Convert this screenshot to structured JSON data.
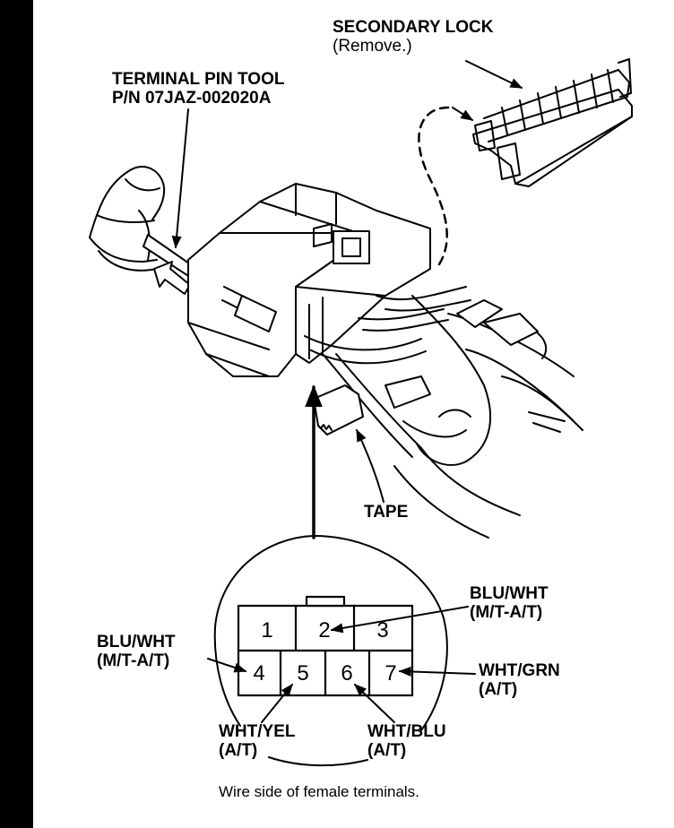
{
  "labels": {
    "secondary_lock": "SECONDARY LOCK",
    "secondary_lock_note": "(Remove.)",
    "tool_line1": "TERMINAL PIN TOOL",
    "tool_line2": "P/N 07JAZ-002020A",
    "tape": "TAPE",
    "caption": "Wire side of female terminals."
  },
  "terminals": {
    "pins": [
      "1",
      "2",
      "3",
      "4",
      "5",
      "6",
      "7"
    ],
    "pin2_wire": {
      "color": "BLU/WHT",
      "note": "(M/T-A/T)"
    },
    "pin4_wire": {
      "color": "BLU/WHT",
      "note": "(M/T-A/T)"
    },
    "pin5_wire": {
      "color": "WHT/YEL",
      "note": "(A/T)"
    },
    "pin6_wire": {
      "color": "WHT/BLU",
      "note": "(A/T)"
    },
    "pin7_wire": {
      "color": "WHT/GRN",
      "note": "(A/T)"
    }
  },
  "colors": {
    "ink": "#000000",
    "paper": "#ffffff"
  }
}
